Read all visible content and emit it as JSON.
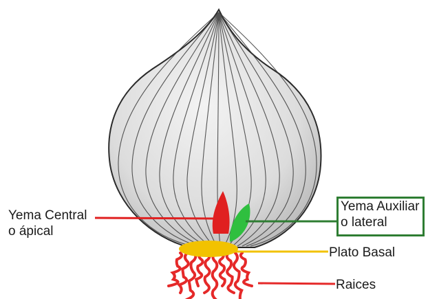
{
  "labels": {
    "yema_central": [
      "Yema Central",
      "o ápical"
    ],
    "yema_auxiliar": [
      "Yema Auxiliar",
      "o lateral"
    ],
    "plato_basal": "Plato Basal",
    "raices": "Raices"
  },
  "colors": {
    "yema_central": "#e02020",
    "yema_auxiliar": "#2fbf3f",
    "auxiliar_line": "#2e7d32",
    "plato_basal": "#f2c200",
    "raices": "#e52929",
    "bulb_stroke": "#2a2a2a"
  }
}
